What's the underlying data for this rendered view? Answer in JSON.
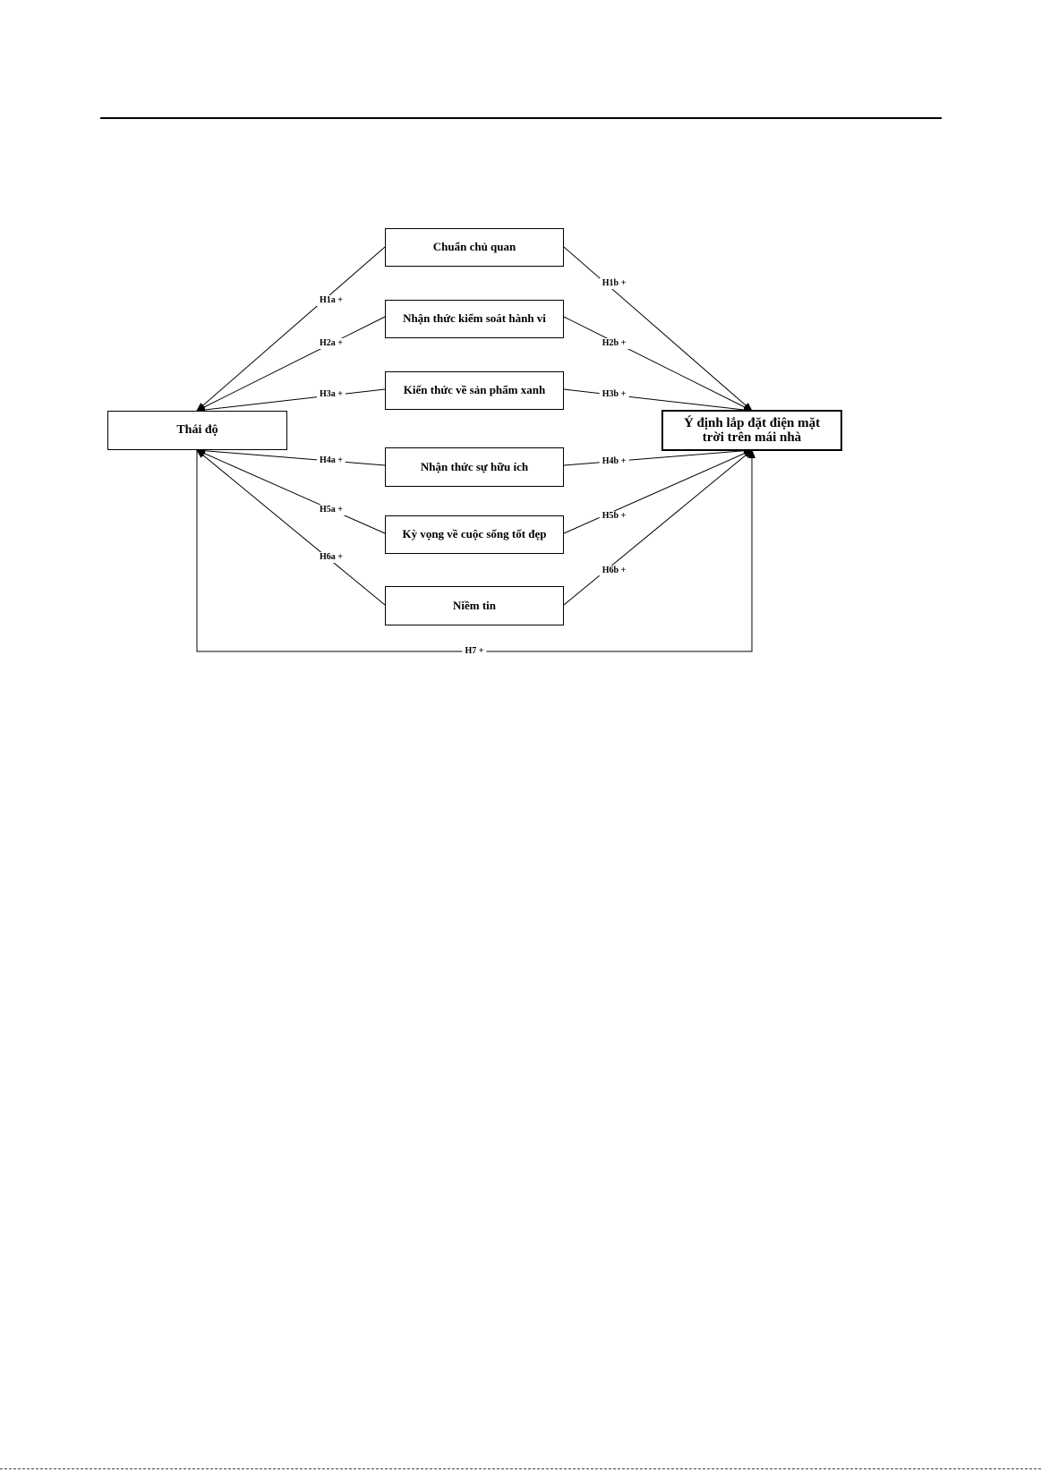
{
  "diagram": {
    "attitude": "Thái độ",
    "intention": "Ý định lắp đặt điện mặt trời trên mái nhà",
    "factors": [
      "Chuẩn chủ quan",
      "Nhận thức kiểm soát hành vi",
      "Kiến thức về sản phẩm xanh",
      "Nhận thức sự hữu ích",
      "Kỳ vọng về cuộc sống tốt đẹp",
      "Niềm tin"
    ],
    "left_labels": [
      "H1a +",
      "H2a +",
      "H3a +",
      "H4a +",
      "H5a +",
      "H6a +"
    ],
    "right_labels": [
      "H1b +",
      "H2b +",
      "H3b +",
      "H4b +",
      "H5b +",
      "H6b +"
    ],
    "bottom_label": "H7 +"
  }
}
